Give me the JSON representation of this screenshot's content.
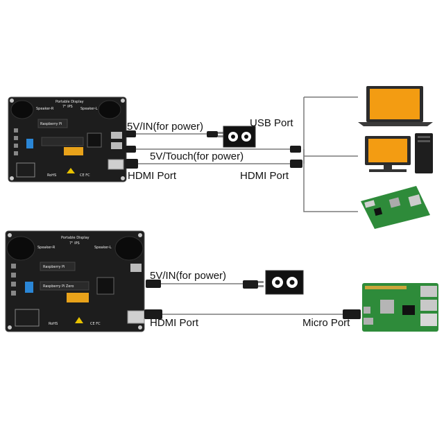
{
  "top_setup": {
    "labels": {
      "power_in": "5V/IN(for power)",
      "touch_power": "5V/Touch(for power)",
      "usb_port": "USB Port",
      "hdmi_port_left": "HDMI Port",
      "hdmi_port_right": "HDMI Port"
    },
    "board": {
      "title": "Portable Display",
      "spec": "7\" IPS",
      "silk_speaker_r": "Speaker-R",
      "silk_speaker_l": "Speaker-L",
      "silk_rpi": "Raspberry Pi",
      "silk_rohs": "RoHS"
    }
  },
  "bottom_setup": {
    "labels": {
      "power_in": "5V/IN(for power)",
      "hdmi_port": "HDMI Port",
      "micro_port": "Micro Port"
    },
    "board": {
      "title": "Portable Display",
      "spec": "7\" IPS",
      "silk_speaker_r": "Speaker-R",
      "silk_speaker_l": "Speaker-L",
      "silk_rpi": "Raspberry Pi",
      "silk_rpi_zero": "Raspberry Pi Zero",
      "silk_rohs": "RoHS"
    }
  },
  "colors": {
    "pcb": "#1d1d1d",
    "cable": "#7a7a7a",
    "laptop_screen": "#f39c12",
    "rpi_green": "#2e8b3a",
    "fpc": "#e8a21a"
  }
}
